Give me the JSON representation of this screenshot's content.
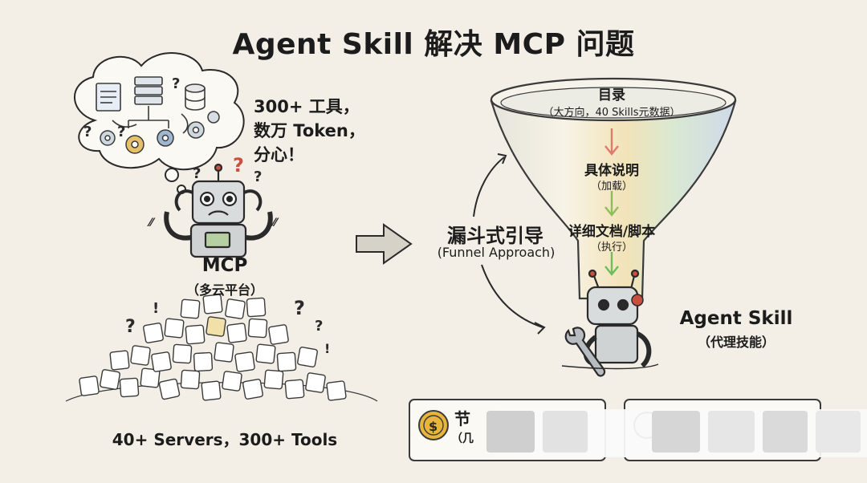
{
  "title": "Agent Skill 解决 MCP 问题",
  "left": {
    "bubble_lines": [
      "300+ 工具，",
      "数万 Token，",
      "分心！"
    ],
    "robot_label": "MCP",
    "robot_sub": "（多云平台）",
    "footer": "40+ Servers，300+ Tools"
  },
  "right": {
    "method_heading": "漏斗式引导",
    "method_heading_en": "(Funnel Approach)",
    "steps": [
      {
        "title": "目录",
        "sub": "（大方向，40 Skills元数据）"
      },
      {
        "title": "具体说明",
        "sub": "（加载）"
      },
      {
        "title": "详细文档/脚本",
        "sub": "（执行）"
      }
    ],
    "robot_label": "Agent Skill",
    "robot_sub": "（代理技能）",
    "card1_title": "节",
    "card1_sub": "（几",
    "arrow_colors": [
      "#e07a6a",
      "#8cbf5a",
      "#6cbf5a"
    ]
  },
  "colors": {
    "background": "#f3efe6",
    "ink": "#1c1c1c",
    "coin": "#e7b53b"
  }
}
